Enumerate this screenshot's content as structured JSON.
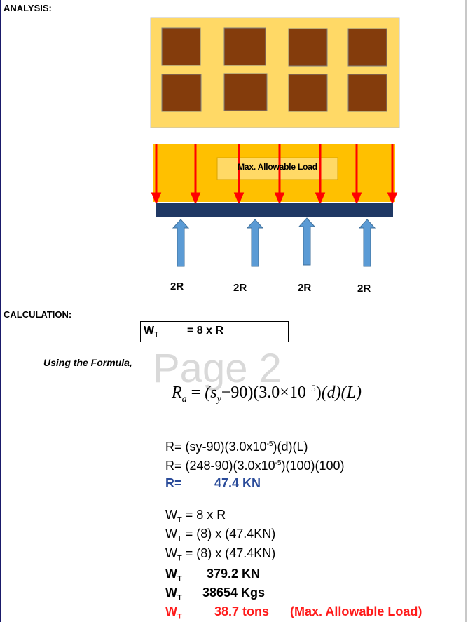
{
  "sections": {
    "analysis": "ANALYSIS:",
    "calculation": "CALCULATION:"
  },
  "diagram": {
    "load_label": "Max. Allowable Load",
    "reaction_labels": [
      "2R",
      "2R",
      "2R",
      "2R"
    ],
    "colors": {
      "slab": "#ffd966",
      "block": "#843c0c",
      "load_zone": "#ffc000",
      "arrow_down": "#ff0000",
      "beam": "#1f3864",
      "arrow_up": "#5b9bd5"
    }
  },
  "wt_box": {
    "w": "W",
    "sub": "T",
    "expr": "= 8 x R"
  },
  "using_formula": "Using the Formula,",
  "watermark": "Page 2",
  "formula_image": {
    "lhs": "R",
    "lhs_sub": "a",
    "eq": "=",
    "term1": "(s",
    "term1_sub": "y",
    "term1_tail": "−90)",
    "term2": "(3.0×10",
    "term2_sup": "−5",
    "term2_tail": ")",
    "term3": "(d)",
    "term4": "(L)"
  },
  "calc": {
    "line1": {
      "pre": "R= (sy-90)(3.0x10",
      "sup": "-5",
      "post": ")(d)(L)"
    },
    "line2": {
      "pre": "R= (248-90)(3.0x10",
      "sup": "-5",
      "post": ")(100)(100)"
    },
    "line3": {
      "label": "R=",
      "value": "47.4 KN"
    },
    "line4": {
      "w": "W",
      "sub": "T",
      "rest": " = 8 x R"
    },
    "line5": {
      "w": "W",
      "sub": "T",
      "rest": " = (8) x (47.4KN)"
    },
    "line6": {
      "w": "W",
      "sub": "T",
      "rest": " = (8) x (47.4KN)"
    },
    "line7": {
      "w": "W",
      "sub": "T",
      "value": "379.2  KN"
    },
    "line8": {
      "w": "W",
      "sub": "T",
      "value": "38654  Kgs"
    },
    "line9": {
      "w": "W",
      "sub": "T",
      "value": "38.7 tons",
      "note": "(Max. Allowable Load)"
    }
  }
}
